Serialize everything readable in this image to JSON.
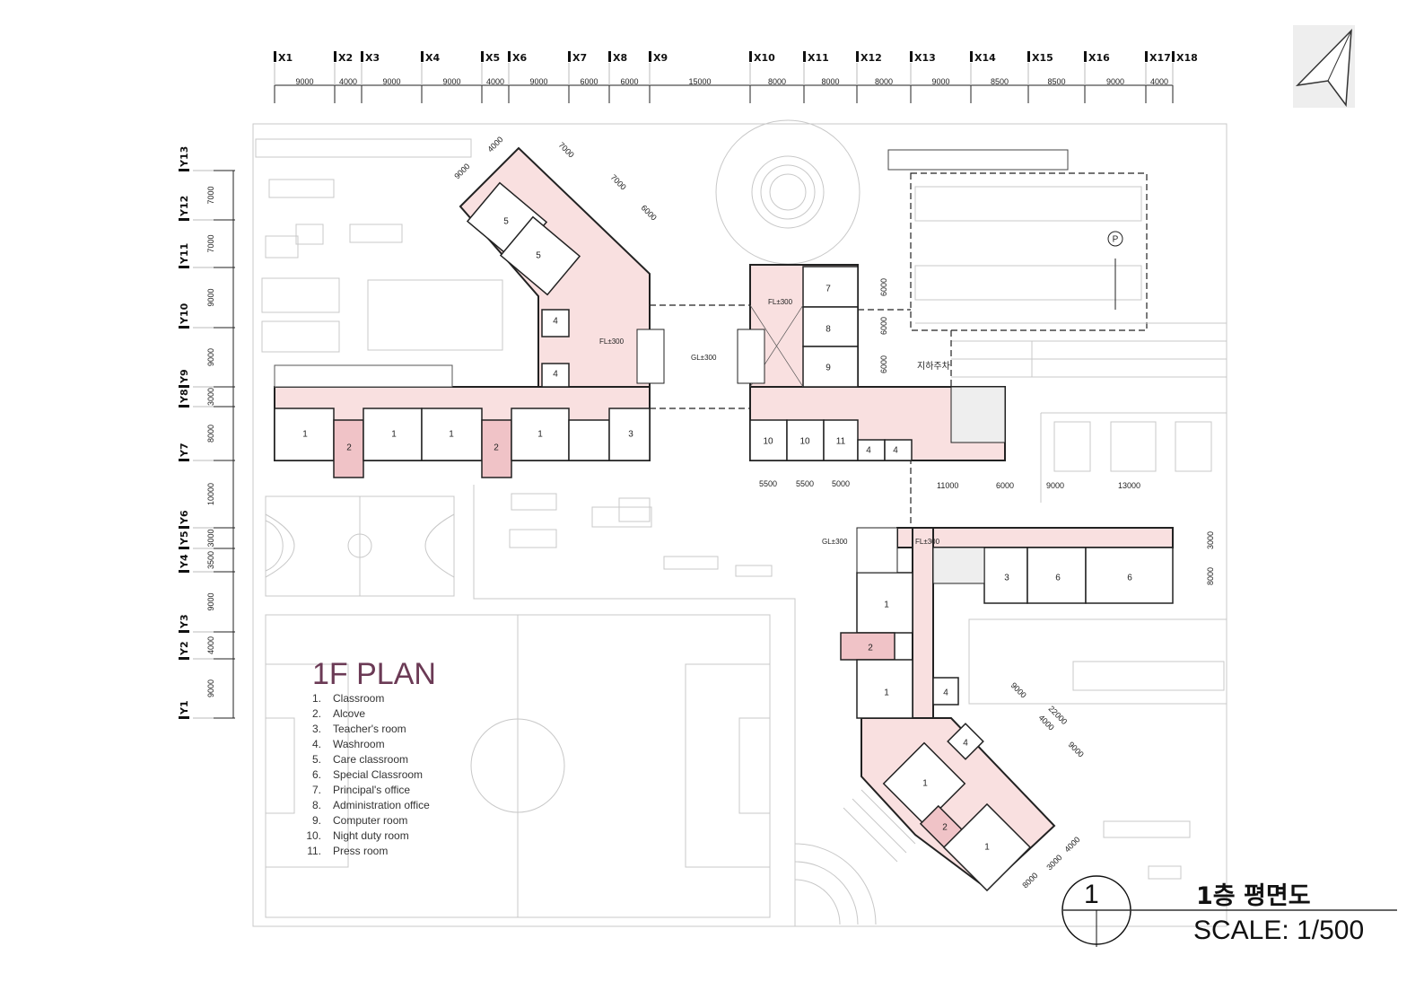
{
  "axes": {
    "x_labels": [
      "X1",
      "X2",
      "X3",
      "X4",
      "X5",
      "X6",
      "X7",
      "X8",
      "X9",
      "X10",
      "X11",
      "X12",
      "X13",
      "X14",
      "X15",
      "X16",
      "X17",
      "X18"
    ],
    "x_dims": [
      "9000",
      "4000",
      "9000",
      "9000",
      "4000",
      "9000",
      "6000",
      "6000",
      "15000",
      "8000",
      "8000",
      "8000",
      "9000",
      "8500",
      "8500",
      "9000",
      "4000"
    ],
    "y_labels": [
      "Y13",
      "Y12",
      "Y11",
      "Y10",
      "Y9",
      "Y8",
      "Y7",
      "Y6",
      "Y5",
      "Y4",
      "Y3",
      "Y2",
      "Y1"
    ],
    "y_dims": [
      "7000",
      "7000",
      "9000",
      "9000",
      "3000",
      "8000",
      "10000",
      "3000",
      "3500",
      "9000",
      "4000",
      "9000"
    ]
  },
  "plan": {
    "room_labels": [
      "1",
      "2",
      "1",
      "1",
      "2",
      "1",
      "3",
      "5",
      "5",
      "4",
      "4",
      "7",
      "8",
      "9",
      "10",
      "10",
      "11",
      "4",
      "4",
      "3",
      "6",
      "6",
      "1",
      "2",
      "1",
      "4",
      "4",
      "1",
      "2",
      "1"
    ],
    "annotations": [
      "FL±300",
      "GL±300",
      "FL±300",
      "GL±300",
      "FL±300",
      "지하주차"
    ],
    "dimensions": [
      "9000",
      "4000",
      "7000",
      "7000",
      "6000",
      "5500",
      "5500",
      "5000",
      "11000",
      "6000",
      "9000",
      "13000",
      "6000",
      "6000",
      "6000",
      "3000",
      "8000",
      "9000",
      "4000",
      "9000",
      "22000",
      "8000",
      "3000",
      "4000"
    ],
    "parking_symbol": "P"
  },
  "legend": {
    "title": "1F PLAN",
    "items": [
      {
        "num": "1.",
        "label": "Classroom"
      },
      {
        "num": "2.",
        "label": "Alcove"
      },
      {
        "num": "3.",
        "label": "Teacher's room"
      },
      {
        "num": "4.",
        "label": "Washroom"
      },
      {
        "num": "5.",
        "label": "Care classroom"
      },
      {
        "num": "6.",
        "label": "Special Classroom"
      },
      {
        "num": "7.",
        "label": "Principal's office"
      },
      {
        "num": "8.",
        "label": "Administration office"
      },
      {
        "num": "9.",
        "label": "Computer room"
      },
      {
        "num": "10.",
        "label": "Night duty room"
      },
      {
        "num": "11.",
        "label": "Press room"
      }
    ]
  },
  "title_block": {
    "sheet_number": "1",
    "title": "1층 평면도",
    "scale": "SCALE: 1/500"
  },
  "colors": {
    "corridor": "#f9e0e0",
    "alcove": "#f0c3c7",
    "legend_title": "#6b3a55"
  }
}
